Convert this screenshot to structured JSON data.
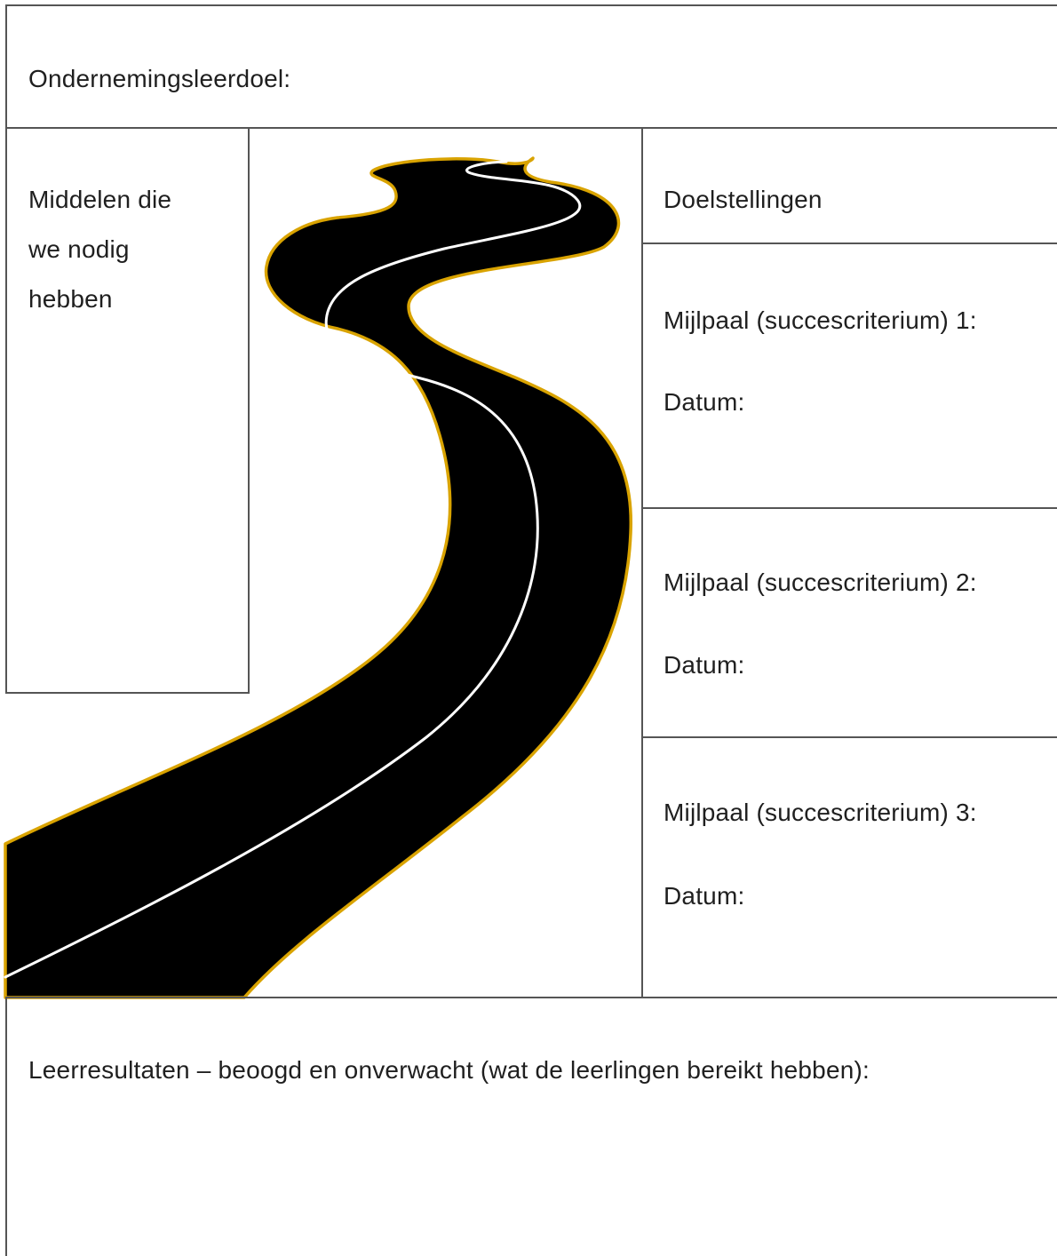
{
  "header": {
    "goal_label": "Ondernemingsleerdoel:"
  },
  "resources": {
    "label_line1": "Middelen die",
    "label_line2": "we nodig",
    "label_line3": "hebben"
  },
  "objectives": {
    "heading": "Doelstellingen",
    "milestones": [
      {
        "label": "Mijlpaal (succescriterium) 1:",
        "date_label": "Datum:"
      },
      {
        "label": "Mijlpaal (succescriterium) 2:",
        "date_label": "Datum:"
      },
      {
        "label": "Mijlpaal (succescriterium) 3:",
        "date_label": "Datum:"
      }
    ]
  },
  "outcomes": {
    "label": "Leerresultaten – beoogd en onverwacht (wat de leerlingen bereikt hebben):"
  },
  "colors": {
    "road": "#000000",
    "road_edge": "#d9a300",
    "center_line": "#ffffff",
    "border": "#555555"
  },
  "illustration": {
    "icon": "winding-road-icon"
  }
}
